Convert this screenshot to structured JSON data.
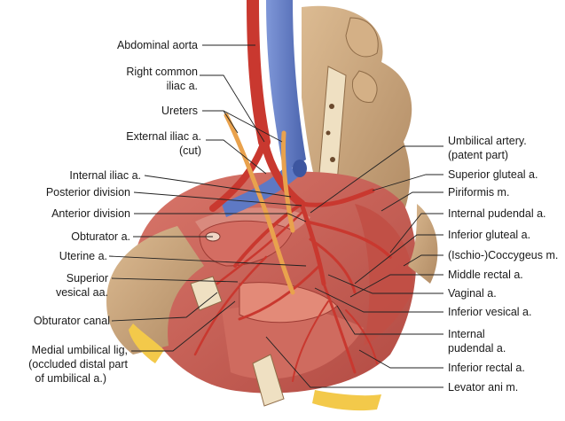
{
  "labels_left": [
    {
      "id": "abdominal-aorta",
      "text": "Abdominal aorta"
    },
    {
      "id": "right-common-iliac-1",
      "text": "Right common"
    },
    {
      "id": "right-common-iliac-2",
      "text": "iliac a."
    },
    {
      "id": "ureters",
      "text": "Ureters"
    },
    {
      "id": "external-iliac-1",
      "text": "External iliac a."
    },
    {
      "id": "external-iliac-2",
      "text": "(cut)"
    },
    {
      "id": "internal-iliac",
      "text": "Internal iliac a."
    },
    {
      "id": "posterior-division",
      "text": "Posterior division"
    },
    {
      "id": "anterior-division",
      "text": "Anterior division"
    },
    {
      "id": "obturator-a",
      "text": "Obturator a."
    },
    {
      "id": "uterine-a",
      "text": "Uterine a."
    },
    {
      "id": "superior-vesical-1",
      "text": "Superior"
    },
    {
      "id": "superior-vesical-2",
      "text": "vesical aa."
    },
    {
      "id": "obturator-canal",
      "text": "Obturator canal"
    },
    {
      "id": "medial-umbilical-1",
      "text": "Medial umbilical lig,"
    },
    {
      "id": "medial-umbilical-2",
      "text": "(occluded distal part"
    },
    {
      "id": "medial-umbilical-3",
      "text": "of umbilical a.)"
    }
  ],
  "labels_right": [
    {
      "id": "umbilical-artery-1",
      "text": "Umbilical artery."
    },
    {
      "id": "umbilical-artery-2",
      "text": "(patent part)"
    },
    {
      "id": "superior-gluteal",
      "text": "Superior gluteal a."
    },
    {
      "id": "piriformis",
      "text": "Piriformis m."
    },
    {
      "id": "internal-pudendal-top",
      "text": "Internal pudendal a."
    },
    {
      "id": "inferior-gluteal",
      "text": "Inferior gluteal a."
    },
    {
      "id": "coccygeus",
      "text": "(Ischio-)Coccygeus m."
    },
    {
      "id": "middle-rectal",
      "text": "Middle rectal a."
    },
    {
      "id": "vaginal",
      "text": "Vaginal a."
    },
    {
      "id": "inferior-vesical",
      "text": "Inferior vesical a."
    },
    {
      "id": "internal-pudendal-1",
      "text": "Internal"
    },
    {
      "id": "internal-pudendal-2",
      "text": "pudendal a."
    },
    {
      "id": "inferior-rectal",
      "text": "Inferior rectal a."
    },
    {
      "id": "levator-ani",
      "text": "Levator ani m."
    }
  ],
  "colors": {
    "artery": "#c9382f",
    "vein": "#5e79c4",
    "muscle": "#c65e52",
    "bone": "#c9a57c",
    "marrow": "#e8d6b5",
    "ureter": "#e9a24d",
    "fat": "#f3c94a"
  }
}
